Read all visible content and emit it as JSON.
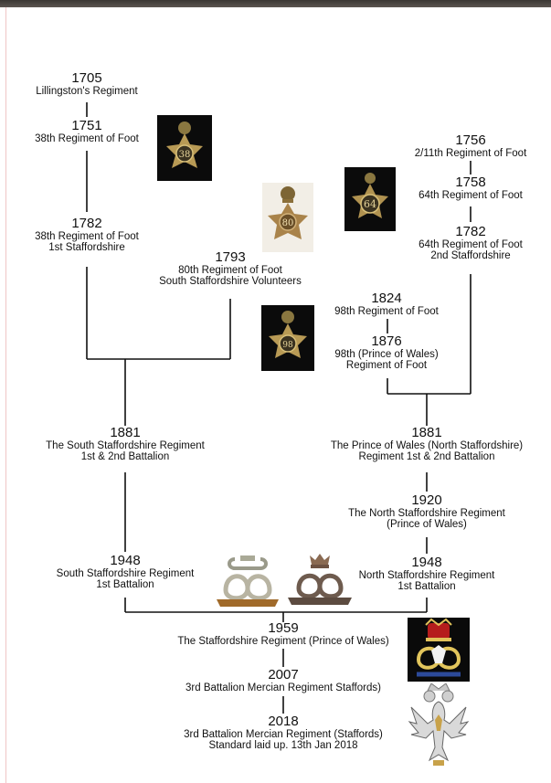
{
  "nodes": [
    {
      "id": "n1705",
      "year": "1705",
      "lines": [
        "Lillingston's Regiment"
      ]
    },
    {
      "id": "n1751",
      "year": "1751",
      "lines": [
        "38th Regiment of Foot"
      ]
    },
    {
      "id": "n1782a",
      "year": "1782",
      "lines": [
        "38th Regiment of Foot",
        "1st Staffordshire"
      ]
    },
    {
      "id": "n1793",
      "year": "1793",
      "lines": [
        "80th Regiment of Foot",
        "South Staffordshire Volunteers"
      ]
    },
    {
      "id": "n1756",
      "year": "1756",
      "lines": [
        "2/11th Regiment of Foot"
      ]
    },
    {
      "id": "n1758",
      "year": "1758",
      "lines": [
        "64th Regiment of Foot"
      ]
    },
    {
      "id": "n1782b",
      "year": "1782",
      "lines": [
        "64th Regiment of Foot",
        "2nd Staffordshire"
      ]
    },
    {
      "id": "n1824",
      "year": "1824",
      "lines": [
        "98th Regiment of Foot"
      ]
    },
    {
      "id": "n1876",
      "year": "1876",
      "lines": [
        "98th (Prince of Wales)",
        "Regiment of Foot"
      ]
    },
    {
      "id": "n1881a",
      "year": "1881",
      "lines": [
        "The South Staffordshire Regiment",
        "1st & 2nd Battalion"
      ]
    },
    {
      "id": "n1881b",
      "year": "1881",
      "lines": [
        "The Prince of Wales (North Staffordshire)",
        "Regiment  1st & 2nd Battalion"
      ]
    },
    {
      "id": "n1920",
      "year": "1920",
      "lines": [
        "The North Staffordshire Regiment",
        "(Prince of Wales)"
      ]
    },
    {
      "id": "n1948a",
      "year": "1948",
      "lines": [
        "South Staffordshire Regiment",
        "1st Battalion"
      ]
    },
    {
      "id": "n1948b",
      "year": "1948",
      "lines": [
        "North Staffordshire Regiment",
        "1st Battalion"
      ]
    },
    {
      "id": "n1959",
      "year": "1959",
      "lines": [
        "The Staffordshire Regiment (Prince of Wales)"
      ]
    },
    {
      "id": "n2007",
      "year": "2007",
      "lines": [
        "3rd Battalion Mercian Regiment Staffords)"
      ]
    },
    {
      "id": "n2018",
      "year": "2018",
      "lines": [
        "3rd Battalion Mercian Regiment (Staffords)",
        "Standard laid up.  13th Jan 2018"
      ]
    }
  ],
  "badges": [
    {
      "id": "badge-38",
      "numeral": "38",
      "icon": "regimental-badge-38th-icon"
    },
    {
      "id": "badge-80",
      "numeral": "80",
      "icon": "regimental-badge-80th-icon"
    },
    {
      "id": "badge-64",
      "numeral": "64",
      "icon": "regimental-badge-64th-icon"
    },
    {
      "id": "badge-98",
      "numeral": "98",
      "icon": "regimental-badge-98th-icon"
    },
    {
      "id": "badge-knot-south",
      "numeral": "",
      "icon": "stafford-knot-badge-icon"
    },
    {
      "id": "badge-knot-north",
      "numeral": "",
      "icon": "stafford-knot-crowned-badge-icon"
    },
    {
      "id": "badge-staffords",
      "numeral": "",
      "icon": "staffordshire-regiment-badge-icon"
    },
    {
      "id": "badge-mercian",
      "numeral": "",
      "icon": "mercian-eagle-badge-icon"
    }
  ],
  "colors": {
    "background": "#ffffff",
    "line": "#111111",
    "gold": "#c9a64a",
    "badge_bg": "#0b0b0b"
  }
}
